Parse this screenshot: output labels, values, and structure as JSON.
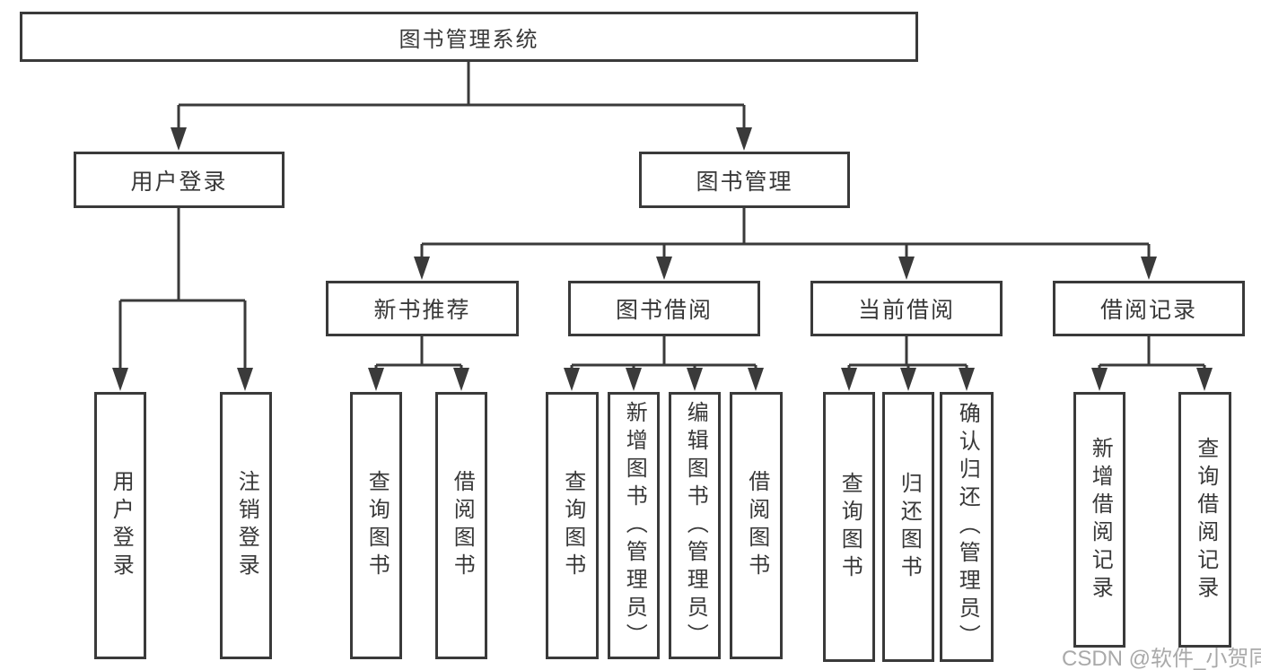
{
  "tree": {
    "root": "图书管理系统",
    "level2": [
      "用户登录",
      "图书管理"
    ],
    "level3": [
      "新书推荐",
      "图书借阅",
      "当前借阅",
      "借阅记录"
    ],
    "leaves": [
      "用户登录",
      "注销登录",
      "查询图书",
      "借阅图书",
      "查询图书",
      "新增图书（管理员）",
      "编辑图书（管理员）",
      "借阅图书",
      "查询图书",
      "归还图书",
      "确认归还（管理员）",
      "新增借阅记录",
      "查询借阅记录"
    ]
  },
  "watermark": "CSDN @软件_小贺同学",
  "colors": {
    "line": "#3a3a3a",
    "text": "#383838",
    "watermark": "#a9a9a9",
    "background": "#ffffff"
  }
}
